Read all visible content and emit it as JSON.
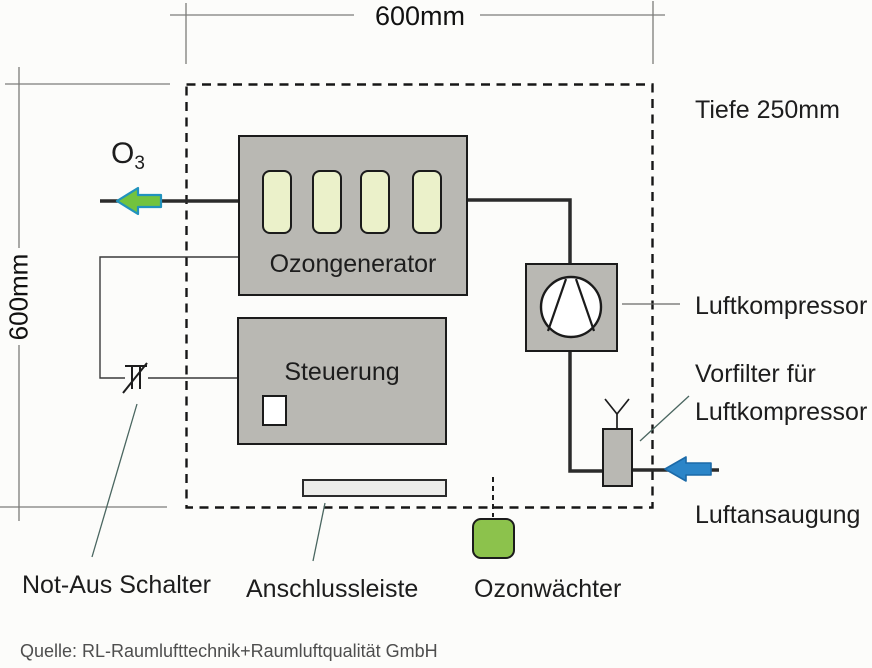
{
  "dimensions": {
    "top_width": "600mm",
    "left_height": "600mm",
    "depth": "Tiefe 250mm"
  },
  "cabinet": {
    "ozone_generator_label": "Ozongenerator",
    "control_label": "Steuerung"
  },
  "labels": {
    "ozone_symbol": "O",
    "ozone_subscript": "3",
    "compressor": "Luftkompressor",
    "prefilter_line1": "Vorfilter für",
    "prefilter_line2": "Luftkompressor",
    "air_intake": "Luftansaugung",
    "emergency_stop": "Not-Aus Schalter",
    "terminal_strip": "Anschlussleiste",
    "ozone_monitor": "Ozonwächter"
  },
  "caption": "Quelle: RL-Raumlufttechnik+Raumluftqualität GmbH",
  "colors": {
    "ozone_arrow_green": "#72c33e",
    "ozone_arrow_outline": "#2193bd",
    "intake_arrow_blue": "#2b85c8",
    "monitor_green": "#8cc24c",
    "cabinet_gray": "#b9b8b3",
    "generator_slot_green": "#ebf1ca"
  }
}
